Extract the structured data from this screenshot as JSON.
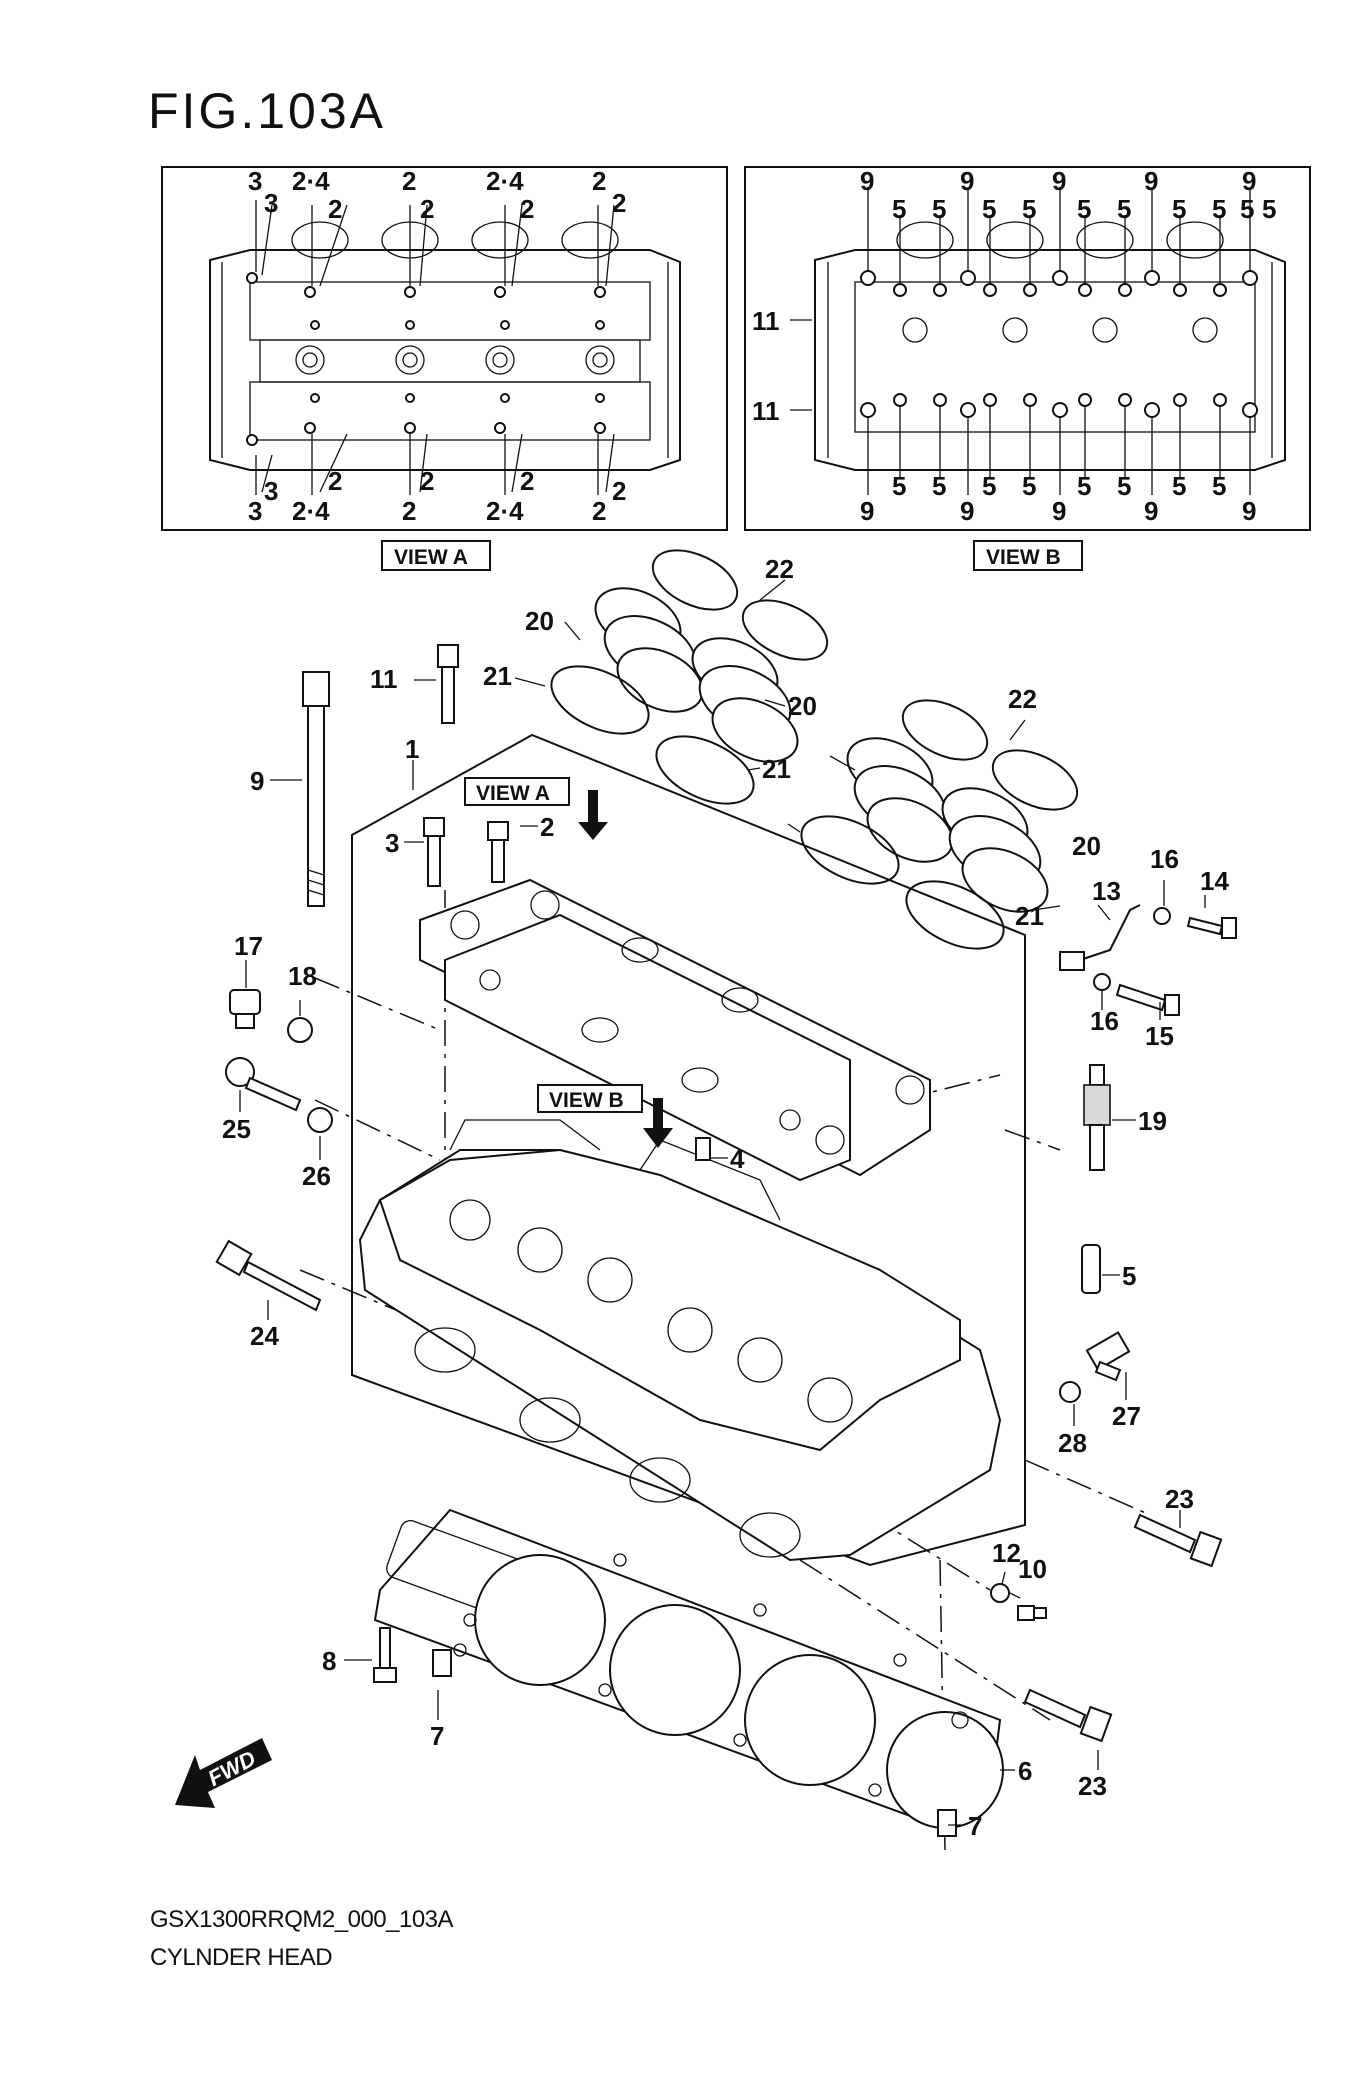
{
  "figure": {
    "title": "FIG.103A",
    "code": "GSX1300RRQM2_000_103A",
    "name": "CYLNDER HEAD"
  },
  "view_labels": {
    "view_a": "VIEW A",
    "view_b": "VIEW B"
  },
  "fwd_label": "FWD",
  "view_a_callouts": {
    "top": [
      "3",
      "3",
      "2·4",
      "2",
      "2",
      "2",
      "2·4",
      "2",
      "2",
      "2"
    ],
    "bottom": [
      "3",
      "3",
      "2·4",
      "2",
      "2",
      "2",
      "2·4",
      "2",
      "2",
      "2"
    ]
  },
  "view_b_callouts": {
    "top": [
      "9",
      "9",
      "9",
      "9",
      "9",
      "5",
      "5",
      "5",
      "5",
      "5",
      "5",
      "5",
      "5",
      "5",
      "5"
    ],
    "side": [
      "11",
      "11"
    ],
    "bottom": [
      "9",
      "5",
      "5",
      "9",
      "5",
      "5",
      "9",
      "5",
      "5",
      "9",
      "5",
      "5",
      "9"
    ]
  },
  "main_callouts": [
    "1",
    "2",
    "3",
    "4",
    "5",
    "6",
    "7",
    "7",
    "8",
    "9",
    "10",
    "11",
    "12",
    "13",
    "14",
    "15",
    "16",
    "16",
    "17",
    "18",
    "19",
    "20",
    "20",
    "20",
    "21",
    "21",
    "21",
    "22",
    "22",
    "23",
    "23",
    "24",
    "25",
    "26",
    "27",
    "28"
  ]
}
